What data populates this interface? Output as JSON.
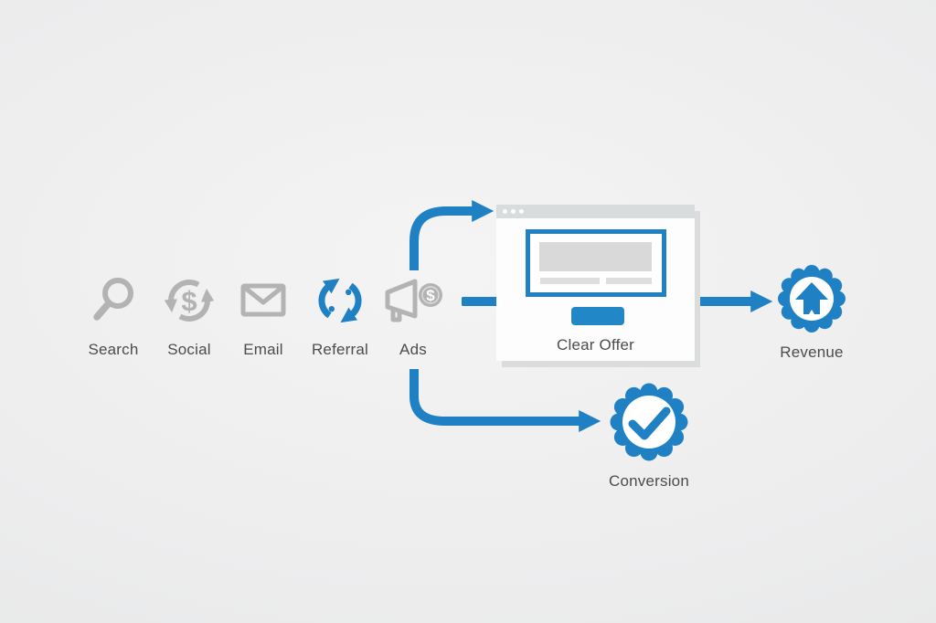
{
  "title": "Traffic to revenue funnel diagram",
  "palette": {
    "blue": "#1f81c4",
    "gray_icon": "#b3b3b3",
    "label_text": "#4c4c4e",
    "panel_bar_gray": "#d9dcdd",
    "content_gray": "#d9d9d9",
    "background": "#ededee"
  },
  "channels": [
    {
      "label": "Search",
      "icon": "search-icon"
    },
    {
      "label": "Social",
      "icon": "social-dollar-cycle-icon"
    },
    {
      "label": "Email",
      "icon": "email-envelope-icon"
    },
    {
      "label": "Referral",
      "icon": "referral-cycle-icon"
    },
    {
      "label": "Ads",
      "icon": "ads-megaphone-icon"
    }
  ],
  "offer": {
    "label": "Clear Offer",
    "icon": "browser-window-icon"
  },
  "outcomes": {
    "conversion": {
      "label": "Conversion",
      "icon": "checkmark-seal-icon"
    },
    "revenue": {
      "label": "Revenue",
      "icon": "arrow-up-seal-icon"
    }
  }
}
